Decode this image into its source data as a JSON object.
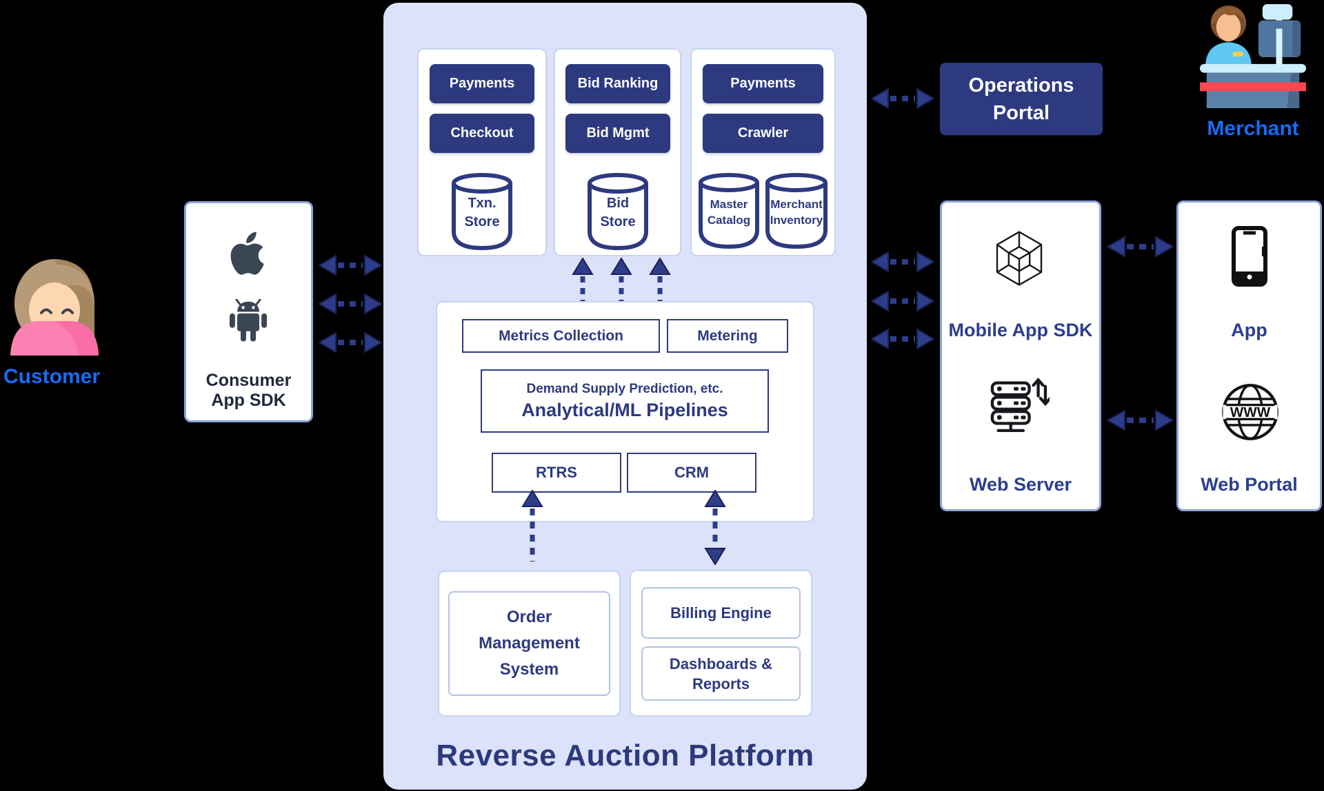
{
  "left": {
    "customer_label": "Customer",
    "consumer_box": {
      "line1": "Consumer",
      "line2": "App SDK"
    }
  },
  "platform": {
    "title": "Reverse Auction Platform",
    "stacks": [
      {
        "buttons": [
          "Payments",
          "Checkout"
        ],
        "stores": [
          {
            "lines": [
              "Txn.",
              "Store"
            ]
          }
        ]
      },
      {
        "buttons": [
          "Bid Ranking",
          "Bid Mgmt"
        ],
        "stores": [
          {
            "lines": [
              "Bid",
              "Store"
            ]
          }
        ]
      },
      {
        "buttons": [
          "Payments",
          "Crawler"
        ],
        "stores": [
          {
            "lines": [
              "Master",
              "Catalog"
            ]
          },
          {
            "lines": [
              "Merchant",
              "Inventory"
            ]
          }
        ]
      }
    ],
    "services": {
      "metrics": "Metrics Collection",
      "metering": "Metering",
      "pipeline_sub": "Demand Supply Prediction, etc.",
      "pipeline_main": "Analytical/ML Pipelines",
      "rtrs": "RTRS",
      "crm": "CRM"
    },
    "oms": {
      "lines": [
        "Order",
        "Management",
        "System"
      ]
    },
    "billing_engine": "Billing Engine",
    "dashboards": {
      "lines": [
        "Dashboards &",
        "Reports"
      ]
    }
  },
  "right": {
    "operations_portal": {
      "lines": [
        "Operations",
        "Portal"
      ]
    },
    "merchant_label": "Merchant",
    "mobile_box": {
      "sdk": "Mobile App SDK",
      "server": "Web Server"
    },
    "portal_box": {
      "app": "App",
      "portal": "Web Portal",
      "globe_text": "WWW"
    }
  },
  "colors": {
    "platform_fill": "#dce2f9",
    "navy": "#2d3a80",
    "arrow_blue": "#2e3d8a",
    "actor_blue": "#1a6af5",
    "icon_slate": "#3a4654",
    "merchant_shirt": "#5ec7f4",
    "merchant_red": "#fb4753",
    "customer_pink": "#fa81b1"
  }
}
